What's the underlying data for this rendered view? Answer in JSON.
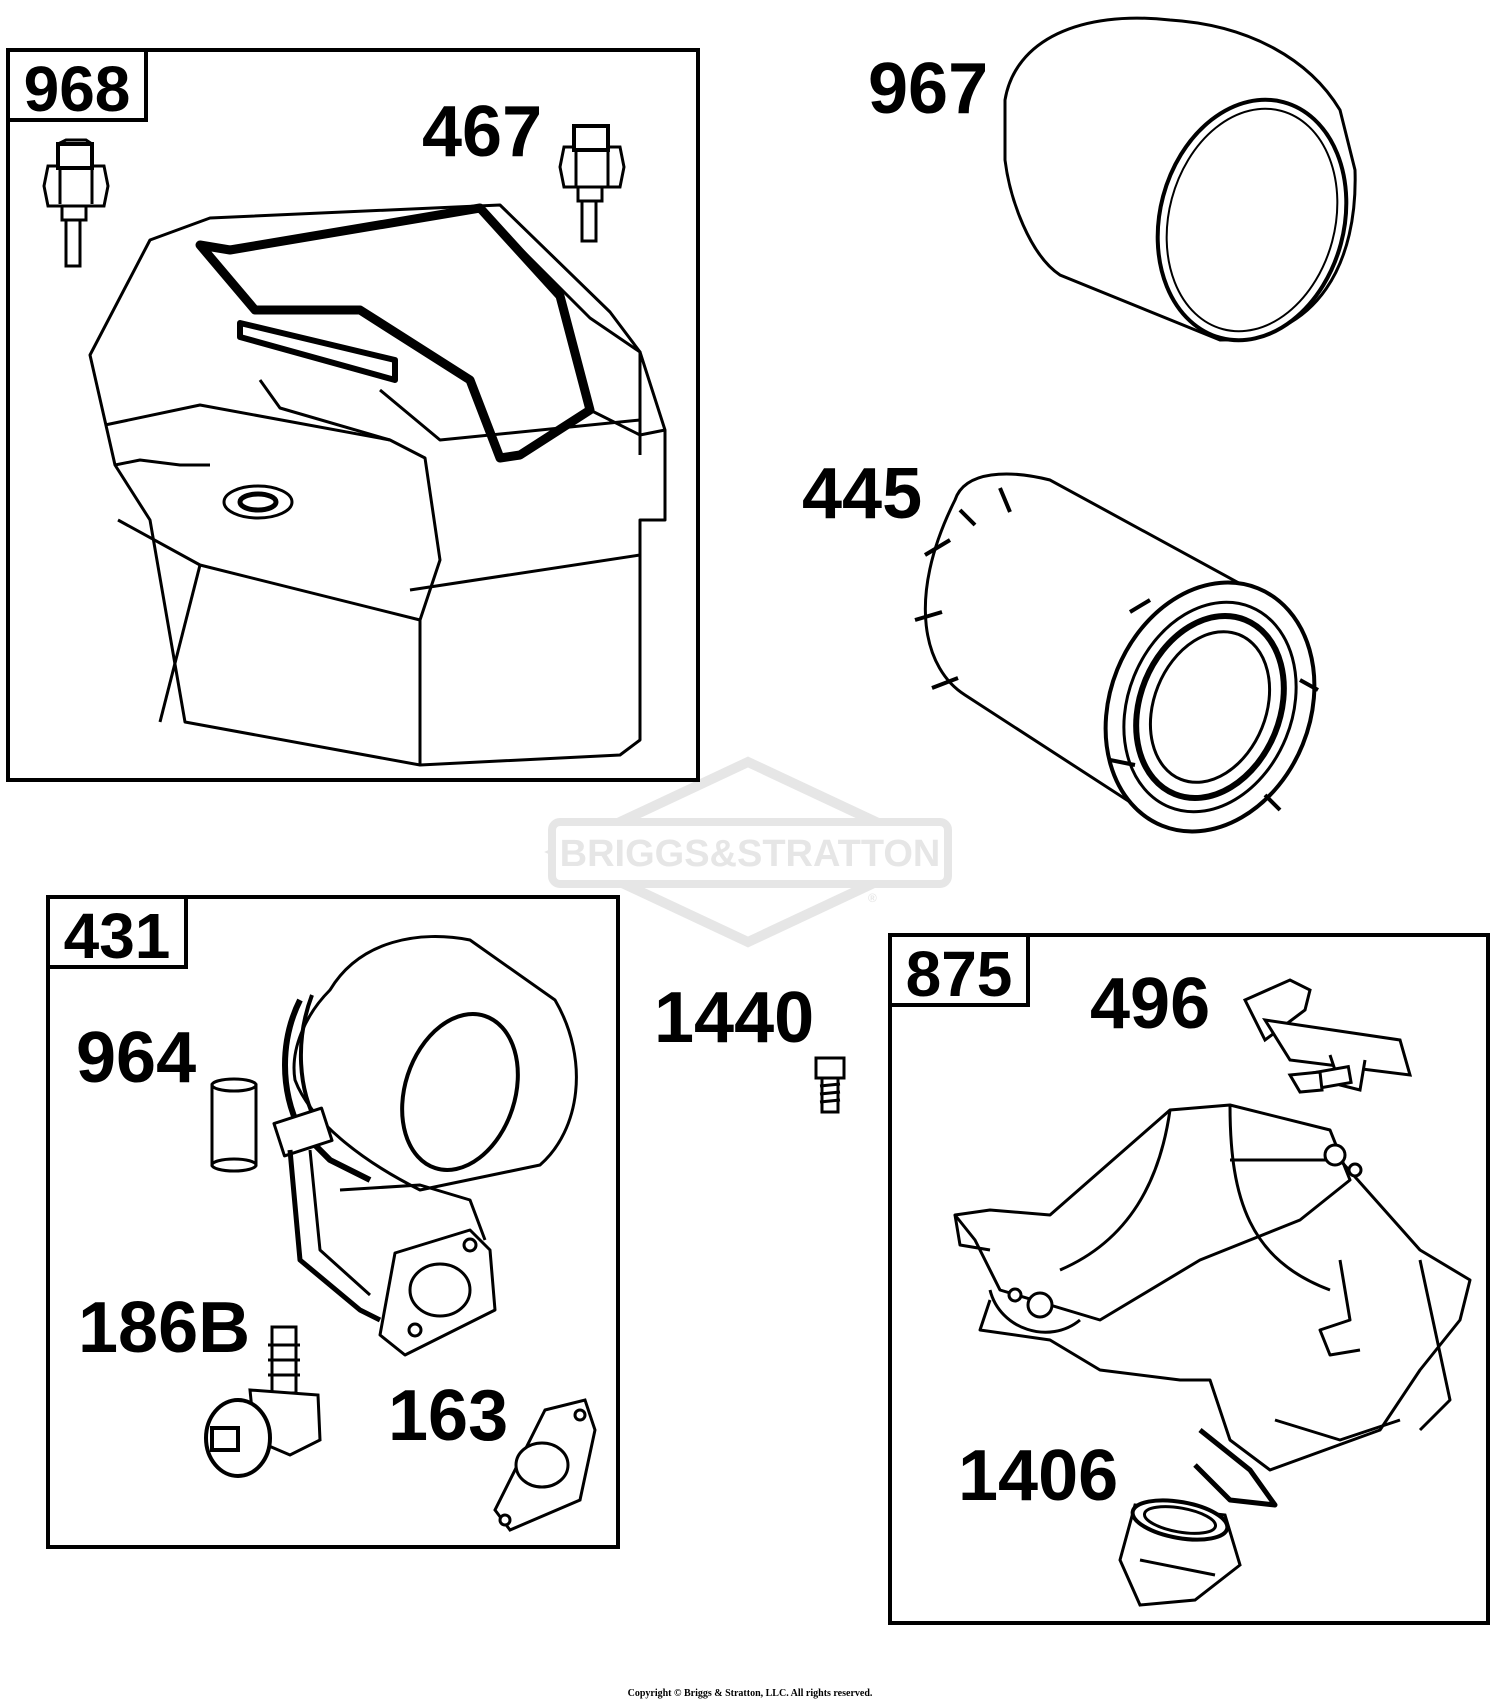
{
  "diagram": {
    "groups": [
      {
        "id": "968",
        "label": "968"
      },
      {
        "id": "431",
        "label": "431"
      },
      {
        "id": "875",
        "label": "875"
      }
    ],
    "callouts": {
      "c467": "467",
      "c967": "967",
      "c445": "445",
      "c964": "964",
      "c186B": "186B",
      "c163": "163",
      "c1440": "1440",
      "c496": "496",
      "c1406": "1406"
    },
    "watermark": {
      "brand": "BRIGGS&STRATTON",
      "registered": "®"
    },
    "copyright": "Copyright © Briggs & Stratton, LLC. All rights reserved."
  }
}
